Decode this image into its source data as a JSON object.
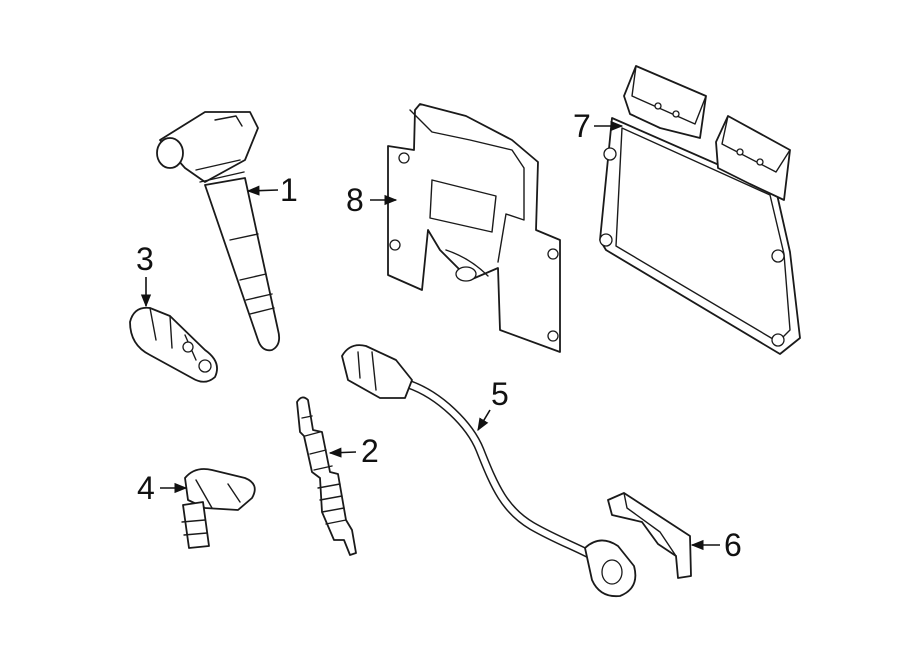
{
  "callouts": [
    "1",
    "2",
    "3",
    "4",
    "5",
    "6",
    "7",
    "8"
  ],
  "colors": {
    "line": "#1a1a1a",
    "background": "#ffffff"
  }
}
